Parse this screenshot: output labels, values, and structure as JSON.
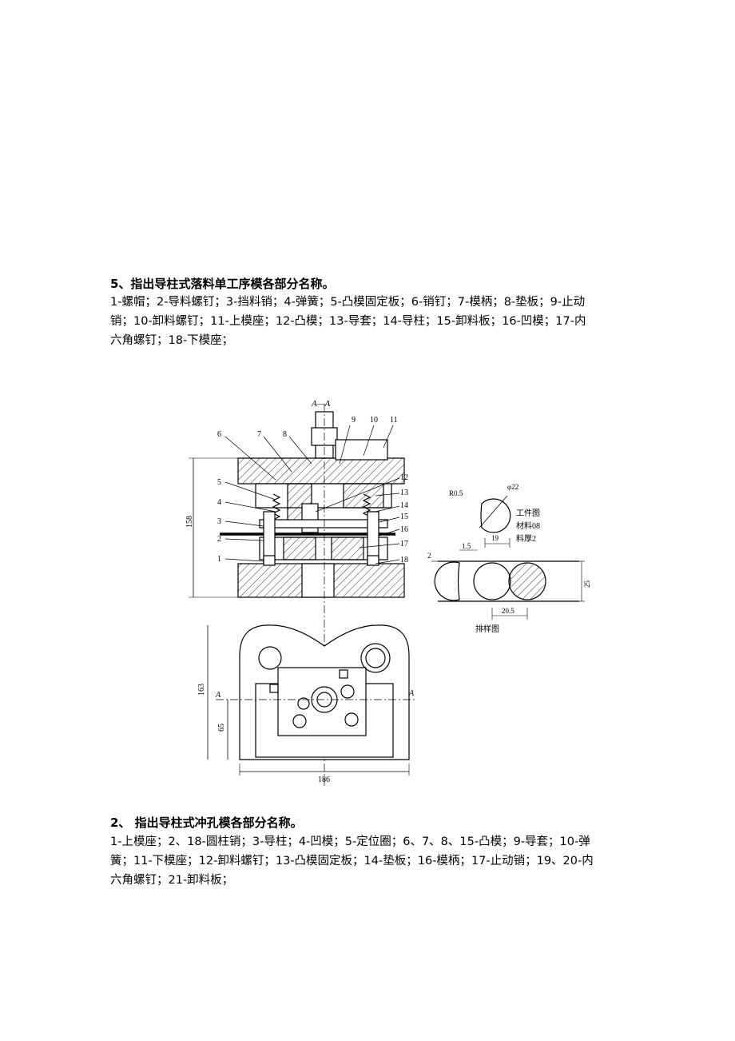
{
  "section1": {
    "title": "5、指出导柱式落料单工序模各部分名称。",
    "lines": [
      "1-螺帽；2-导料螺钉；3-挡料销；4-弹簧；5-凸模固定板；6-销钉；7-模柄；8-垫板；9-止动",
      "销；10-卸料螺钉；11-上模座；12-凸模；13-导套；14-导柱；15-卸料板；16-凹模；17-内",
      "六角螺钉；18-下模座；"
    ]
  },
  "figure": {
    "section_label": "A—A",
    "part_numbers_left": [
      "6",
      "7",
      "8",
      "5",
      "4",
      "3",
      "2",
      "1"
    ],
    "part_numbers_right": [
      "9",
      "10",
      "11",
      "12",
      "13",
      "14",
      "15",
      "16",
      "17",
      "18"
    ],
    "dimensions": {
      "height_total": "158",
      "height_plan": "163",
      "height_lower": "65",
      "width_plan": "186",
      "section_mark": "A"
    },
    "workpiece": {
      "radius": "R0.5",
      "diameter": "φ22",
      "flat_width": "19",
      "note_lines": [
        "工件图",
        "材料08",
        "料厚2"
      ]
    },
    "strip": {
      "gap_edge": "1.5",
      "gap_side": "2",
      "pitch": "20.5",
      "width": "25",
      "caption": "排样图"
    }
  },
  "section2": {
    "title": "2、 指出导柱式冲孔模各部分名称。",
    "lines": [
      "1-上模座；2、18-圆柱销；3-导柱；4-凹模；5-定位圈；6、7、8、15-凸模；9-导套；10-弹",
      "簧；11-下模座；12-卸料螺钉；13-凸模固定板；14-垫板；16-模柄；17-止动销；19、20-内",
      "六角螺钉；21-卸料板；"
    ]
  }
}
